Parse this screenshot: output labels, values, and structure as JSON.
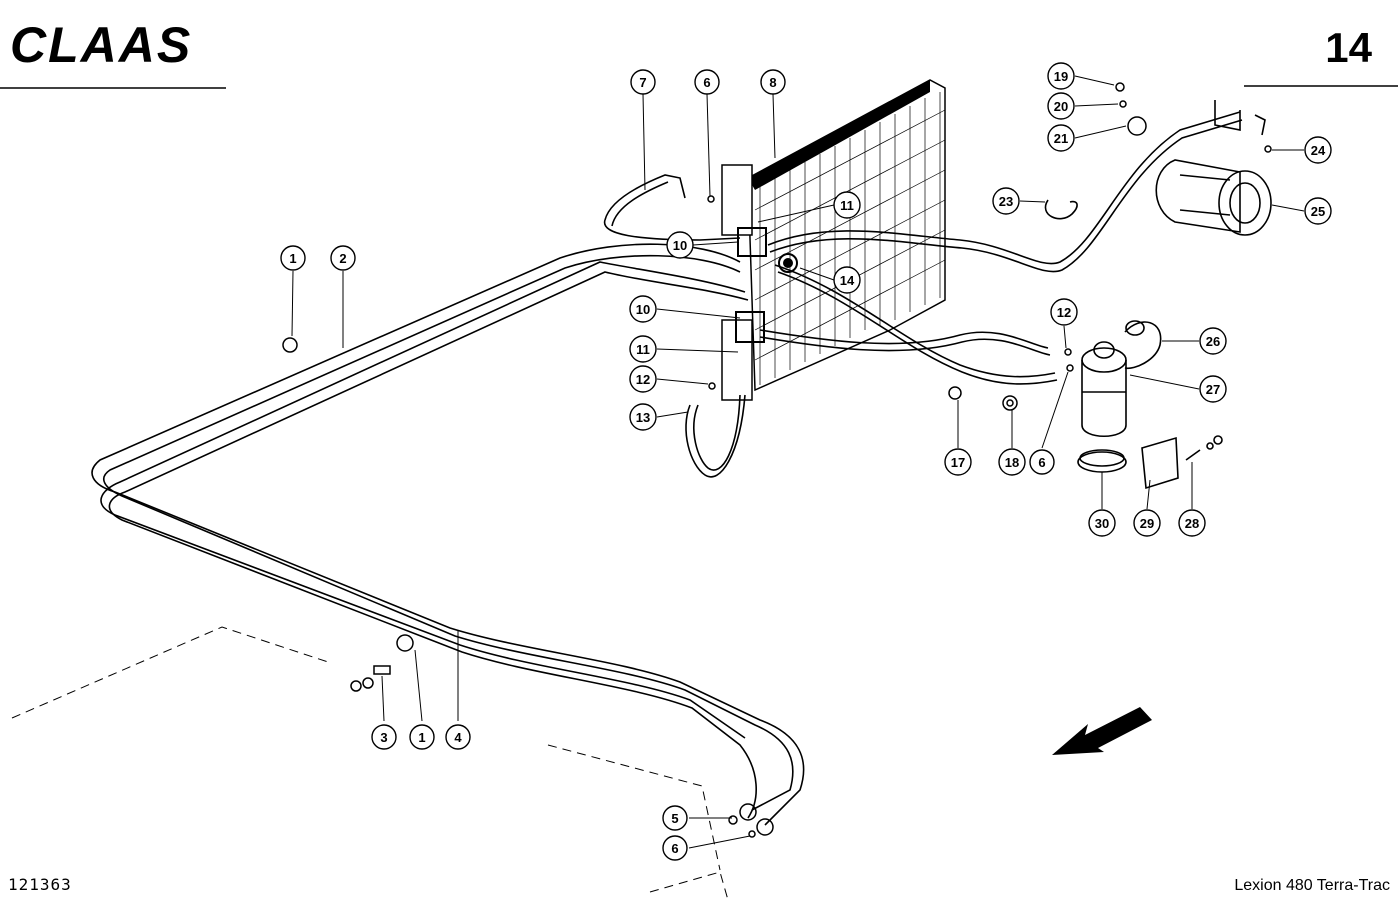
{
  "header": {
    "brand": "CLAAS",
    "page_number": "14"
  },
  "footer": {
    "drawing_id": "121363",
    "model": "Lexion 480 Terra-Trac"
  },
  "callouts": [
    {
      "id": "c7a",
      "label": "7"
    },
    {
      "id": "c6a",
      "label": "6"
    },
    {
      "id": "c8",
      "label": "8"
    },
    {
      "id": "c11a",
      "label": "11"
    },
    {
      "id": "c10a",
      "label": "10"
    },
    {
      "id": "c14",
      "label": "14"
    },
    {
      "id": "c1a",
      "label": "1"
    },
    {
      "id": "c2",
      "label": "2"
    },
    {
      "id": "c10b",
      "label": "10"
    },
    {
      "id": "c11b",
      "label": "11"
    },
    {
      "id": "c12a",
      "label": "12"
    },
    {
      "id": "c13",
      "label": "13"
    },
    {
      "id": "c12b",
      "label": "12"
    },
    {
      "id": "c26",
      "label": "26"
    },
    {
      "id": "c27",
      "label": "27"
    },
    {
      "id": "c17",
      "label": "17"
    },
    {
      "id": "c18",
      "label": "18"
    },
    {
      "id": "c6b",
      "label": "6"
    },
    {
      "id": "c30",
      "label": "30"
    },
    {
      "id": "c29",
      "label": "29"
    },
    {
      "id": "c28",
      "label": "28"
    },
    {
      "id": "c19",
      "label": "19"
    },
    {
      "id": "c20",
      "label": "20"
    },
    {
      "id": "c21",
      "label": "21"
    },
    {
      "id": "c24",
      "label": "24"
    },
    {
      "id": "c23",
      "label": "23"
    },
    {
      "id": "c25",
      "label": "25"
    },
    {
      "id": "c3",
      "label": "3"
    },
    {
      "id": "c1b",
      "label": "1"
    },
    {
      "id": "c4",
      "label": "4"
    },
    {
      "id": "c5",
      "label": "5"
    },
    {
      "id": "c6c",
      "label": "6"
    }
  ]
}
